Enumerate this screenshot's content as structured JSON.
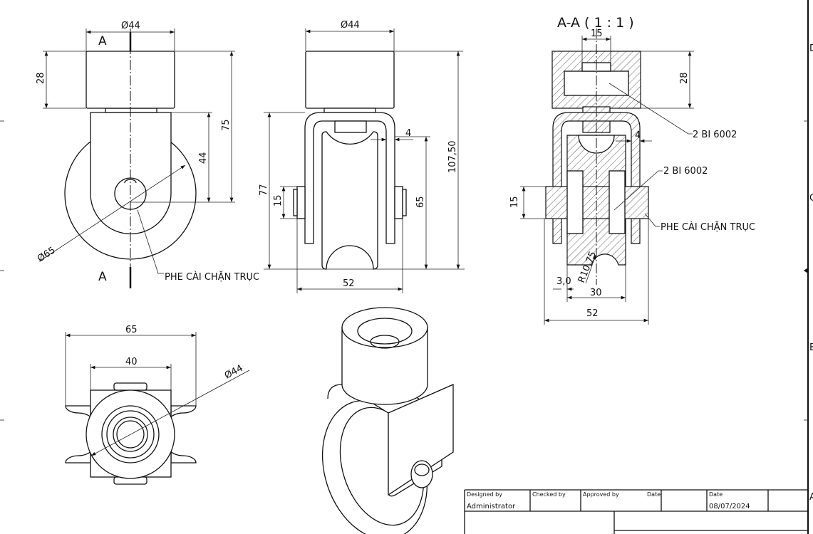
{
  "front_view": {
    "dim_top_dia": "Ø44",
    "dim_cap_height": "28",
    "dim_total_height": "75",
    "dim_axle_height": "44",
    "dim_wheel_dia": "Ø65",
    "section_mark_top": "A",
    "section_mark_bottom": "A",
    "callout_clip": "PHE CÀI CHẶN TRỤC"
  },
  "side_view": {
    "dim_top_dia": "Ø44",
    "dim_bracket_height": "77",
    "dim_axle_dia": "15",
    "dim_thickness": "4",
    "dim_inner": "65",
    "dim_total": "107,50",
    "dim_width": "52"
  },
  "section_view": {
    "title": "A-A ( 1 : 1 )",
    "dim_top": "15",
    "dim_cap": "28",
    "dim_thickness": "4",
    "callout_bearing_1": "2 BI 6002",
    "callout_bearing_2": "2 BI 6002",
    "callout_clip": "PHE CÀI CHẶN TRỤC",
    "dim_axle": "15",
    "dim_radius": "R10,75",
    "dim_offset": "3,0",
    "dim_groove": "30",
    "dim_width": "52"
  },
  "top_view": {
    "dim_overall": "65",
    "dim_body": "40",
    "dim_dia": "Ø44"
  },
  "border_zones": [
    "D",
    "C",
    "B",
    "A"
  ],
  "title_block": {
    "designed_by_label": "Designed by",
    "designed_by": "Administrator",
    "checked_by_label": "Checked by",
    "approved_by_label": "Approved by",
    "date_label_1": "Date",
    "date_label_2": "Date",
    "date": "08/07/2024"
  }
}
